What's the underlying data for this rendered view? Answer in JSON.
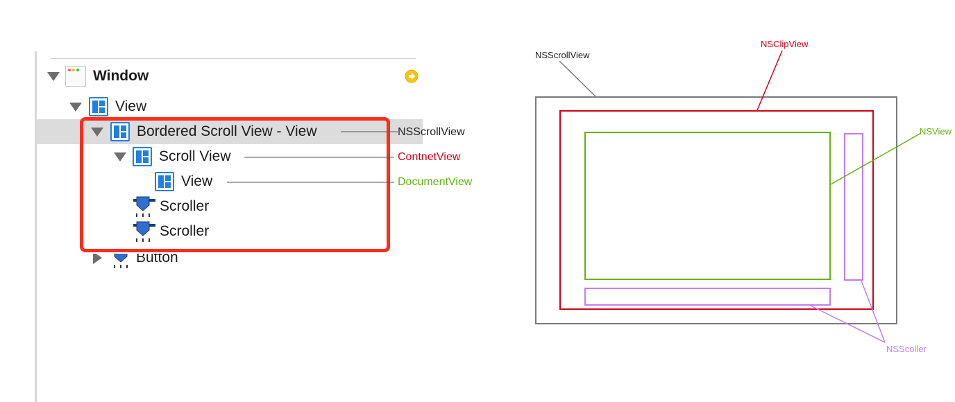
{
  "outline": {
    "items": [
      {
        "label": "Window"
      },
      {
        "label": "View"
      },
      {
        "label": "Bordered Scroll View - View"
      },
      {
        "label": "Scroll View"
      },
      {
        "label": "View"
      },
      {
        "label": "Scroller"
      },
      {
        "label": "Scroller"
      },
      {
        "label": "Button"
      }
    ]
  },
  "annotations": {
    "bordered": "NSScrollView",
    "scroll_view": "ContnetView",
    "document_view": "DocumentView"
  },
  "diagram": {
    "scroll_view": "NSScrollView",
    "clip_view": "NSClipView",
    "ns_view": "NSView",
    "scroller": "NSScoller"
  },
  "colors": {
    "highlight_box": "#ff2d1a",
    "clip_view": "#d0021b",
    "document_view": "#64b30e",
    "scroller": "#c27cf0",
    "scroll_view": "#7a7a7a",
    "icon_blue": "#1f7fe3"
  }
}
